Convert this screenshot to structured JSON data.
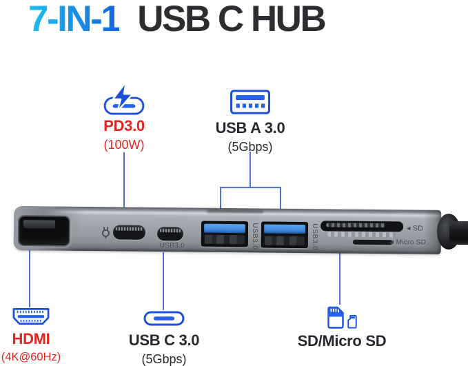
{
  "title": {
    "highlight": "7-IN-1",
    "rest": "USB C HUB"
  },
  "colors": {
    "title_gradient_start": "#1fc0ef",
    "title_gradient_end": "#1463dc",
    "title_dark": "#2b2d31",
    "label_dark": "#26292e",
    "accent_red": "#e42420",
    "icon_blue_stroke": "#1d50d8",
    "icon_blue_fill": "#2361e8",
    "line_blue": "#4a70d8",
    "dot_blue": "#3263e8",
    "usb_port_tongue_blue": "#3f8de8"
  },
  "callouts": {
    "pd": {
      "icon": "usb-c-power-icon",
      "label": "PD3.0",
      "sub": "(100W)"
    },
    "usb_a": {
      "icon": "usb-a-port-icon",
      "label": "USB A 3.0",
      "sub": "(5Gbps)"
    },
    "hdmi": {
      "icon": "hdmi-connector-icon",
      "label": "HDMI",
      "sub": "(4K@60Hz)"
    },
    "usb_c": {
      "icon": "usb-c-connector-icon",
      "label": "USB C 3.0",
      "sub": "(5Gbps)"
    },
    "sd": {
      "icon": "sd-card-icon",
      "label": "SD/Micro SD"
    }
  },
  "device": {
    "engravings": {
      "arrow": "◀",
      "usb_c_data": "USB3.0",
      "usb_a_1": "USB3.0",
      "usb_a_2": "USB3.0",
      "sd": "SD",
      "micro_sd": "Micro SD"
    }
  }
}
